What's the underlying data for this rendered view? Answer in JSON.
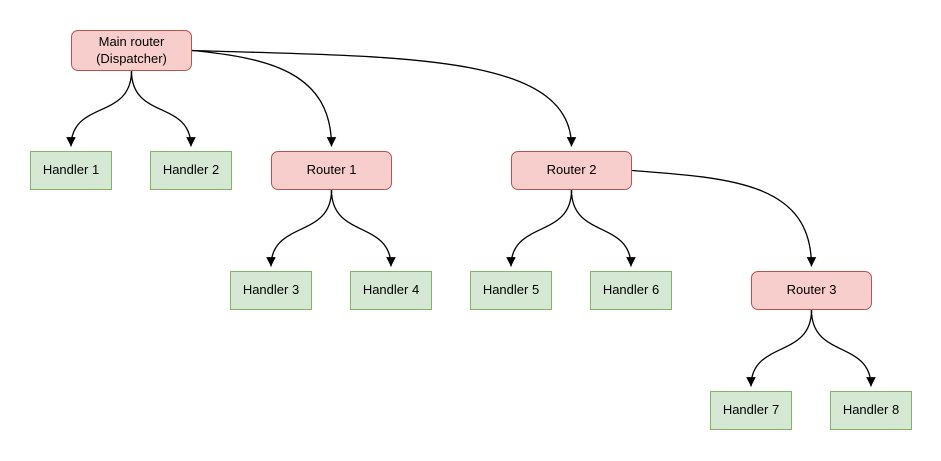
{
  "diagram": {
    "background": "#ffffff",
    "colors": {
      "router_fill": "#f8cecc",
      "router_border": "#b85450",
      "handler_fill": "#d5e8d4",
      "handler_border": "#82b366",
      "edge": "#000000",
      "text": "#000000"
    },
    "nodes": [
      {
        "id": "main-router",
        "type": "router",
        "label": "Main router\n(Dispatcher)"
      },
      {
        "id": "handler-1",
        "type": "handler",
        "label": "Handler 1"
      },
      {
        "id": "handler-2",
        "type": "handler",
        "label": "Handler 2"
      },
      {
        "id": "router-1",
        "type": "router",
        "label": "Router 1"
      },
      {
        "id": "router-2",
        "type": "router",
        "label": "Router 2"
      },
      {
        "id": "handler-3",
        "type": "handler",
        "label": "Handler 3"
      },
      {
        "id": "handler-4",
        "type": "handler",
        "label": "Handler 4"
      },
      {
        "id": "handler-5",
        "type": "handler",
        "label": "Handler 5"
      },
      {
        "id": "handler-6",
        "type": "handler",
        "label": "Handler 6"
      },
      {
        "id": "router-3",
        "type": "router",
        "label": "Router 3"
      },
      {
        "id": "handler-7",
        "type": "handler",
        "label": "Handler 7"
      },
      {
        "id": "handler-8",
        "type": "handler",
        "label": "Handler 8"
      }
    ],
    "edges": [
      {
        "from": "main-router",
        "to": "handler-1"
      },
      {
        "from": "main-router",
        "to": "handler-2"
      },
      {
        "from": "main-router",
        "to": "router-1"
      },
      {
        "from": "main-router",
        "to": "router-2"
      },
      {
        "from": "router-1",
        "to": "handler-3"
      },
      {
        "from": "router-1",
        "to": "handler-4"
      },
      {
        "from": "router-2",
        "to": "handler-5"
      },
      {
        "from": "router-2",
        "to": "handler-6"
      },
      {
        "from": "router-2",
        "to": "router-3"
      },
      {
        "from": "router-3",
        "to": "handler-7"
      },
      {
        "from": "router-3",
        "to": "handler-8"
      }
    ]
  }
}
